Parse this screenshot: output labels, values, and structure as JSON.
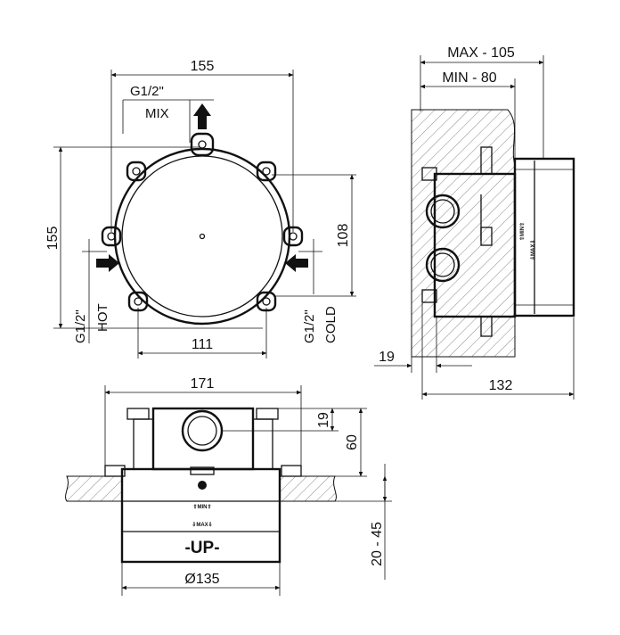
{
  "top_view": {
    "dim_top_width": "155",
    "inlet_mix_size": "G1/2\"",
    "inlet_mix_label": "MIX",
    "dim_left_height": "155",
    "dim_right_height": "108",
    "dim_bottom_width": "111",
    "inlet_hot_size": "G1/2\"",
    "inlet_hot_label": "HOT",
    "inlet_cold_size": "G1/2\"",
    "inlet_cold_label": "COLD"
  },
  "side_view": {
    "dim_max": "MAX - 105",
    "dim_min": "MIN - 80",
    "dim_offset": "19",
    "dim_depth": "132",
    "marking_min": "⇧MIN⇧",
    "marking_max": "⇩MAX⇩"
  },
  "front_view": {
    "dim_width": "171",
    "dim_offset": "19",
    "dim_height": "60",
    "dim_range": "20 - 45",
    "dim_diameter": "Ø135",
    "label_up": "-UP-",
    "marking_min": "⇧MIN⇧",
    "marking_max": "⇩MAX⇩"
  }
}
